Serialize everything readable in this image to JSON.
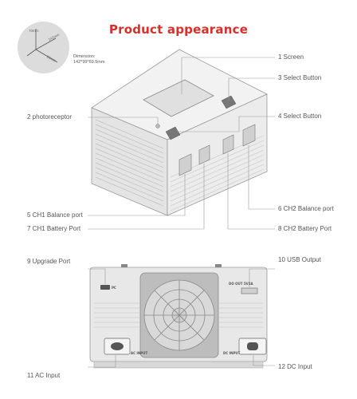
{
  "title": "Product appearance",
  "dimension": {
    "label": "Dimension:",
    "value": "142*99*69.5mm",
    "axis_height": "70mm",
    "axis_length": "142mm",
    "axis_depth": "99mm"
  },
  "callouts": [
    {
      "label": "1  Screen"
    },
    {
      "label": "3  Select Button"
    },
    {
      "label": "2  photoreceptor"
    },
    {
      "label": "4  Select Button"
    },
    {
      "label": "5  CH1 Balance port"
    },
    {
      "label": "6  CH2 Balance port"
    },
    {
      "label": "7  CH1 Battery Port"
    },
    {
      "label": "8  CH2 Battery Port"
    },
    {
      "label": "9  Upgrade Port"
    },
    {
      "label": "10  USB Output"
    },
    {
      "label": "11  AC Input"
    },
    {
      "label": "12  DC Input"
    }
  ],
  "rear_panel": {
    "usb_port_label": "DO OUT  5V2A",
    "pc_port_label": "PC",
    "ac_label": "AC INPUT",
    "dc_label": "DC INPUT"
  }
}
